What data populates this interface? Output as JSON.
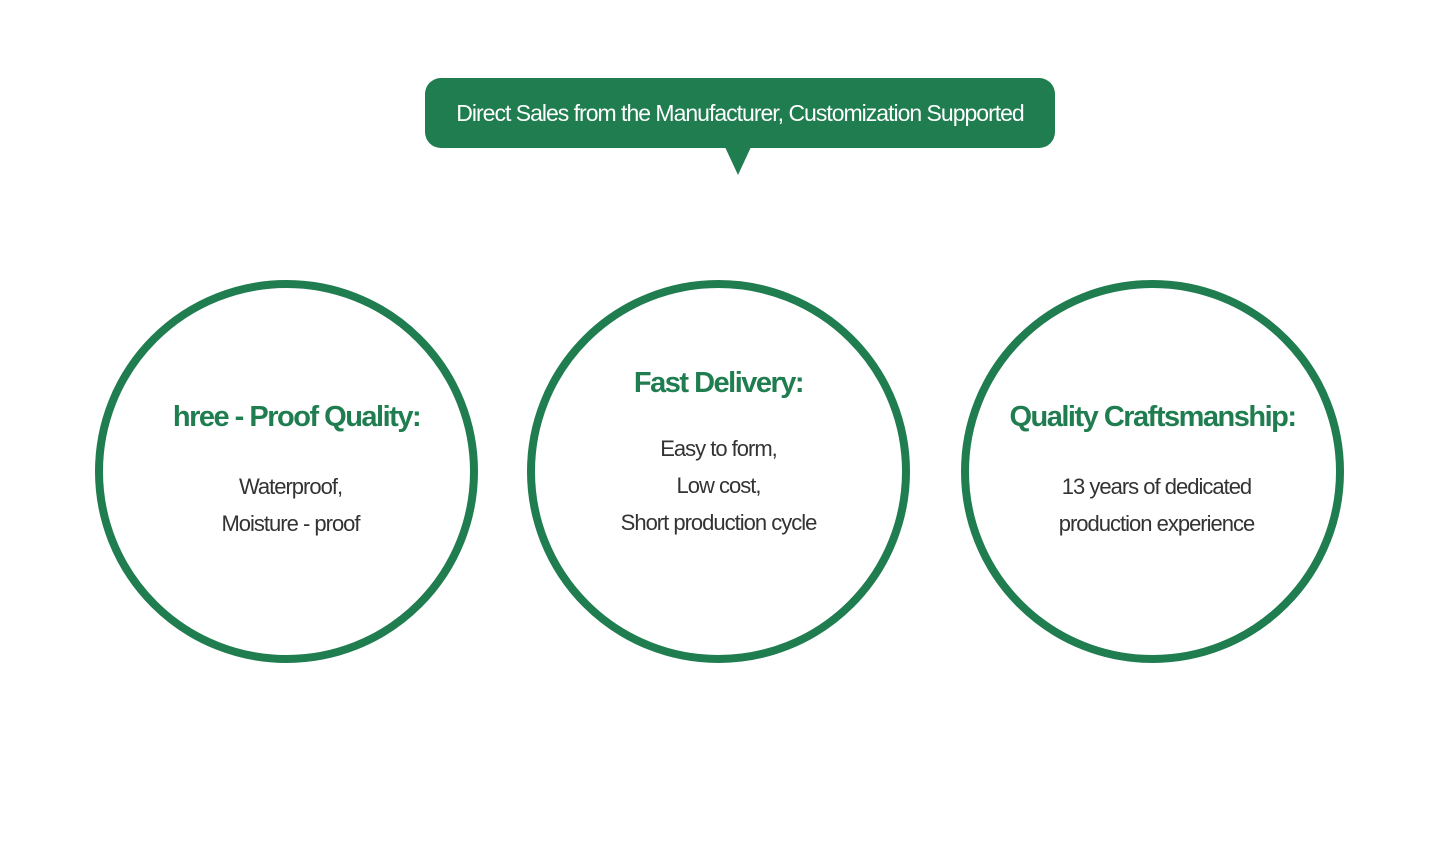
{
  "colors": {
    "accent": "#1f7d50",
    "body_text": "#333333",
    "background": "#ffffff"
  },
  "banner": {
    "text": "Direct Sales from the Manufacturer, Customization Supported"
  },
  "features": [
    {
      "title": "hree - Proof Quality:",
      "lines": [
        "Waterproof,",
        "Moisture - proof"
      ]
    },
    {
      "title": "Fast Delivery:",
      "lines": [
        "Easy to form,",
        "Low cost,",
        "Short production cycle"
      ]
    },
    {
      "title": "Quality Craftsmanship:",
      "lines": [
        "13 years of dedicated",
        "production experience"
      ]
    }
  ]
}
